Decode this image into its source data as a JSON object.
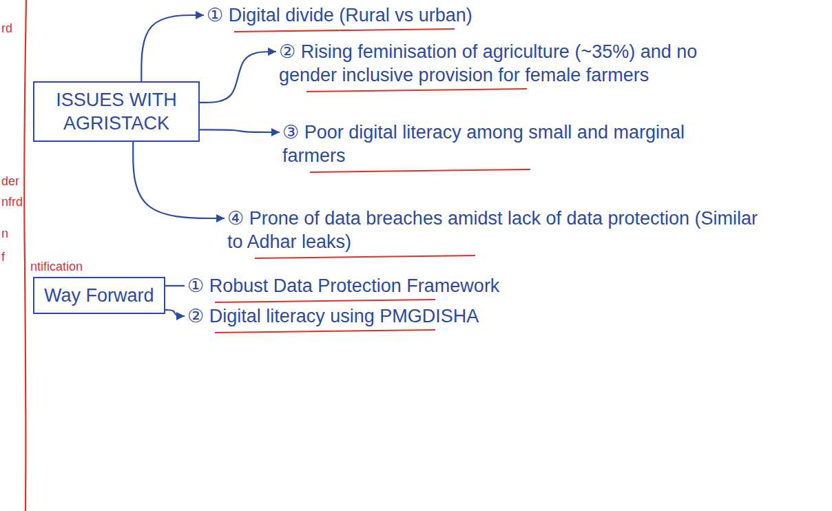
{
  "diagram": {
    "nodes": [
      {
        "text": [
          "ISSUES WITH AGRISTACK"
        ]
      },
      {
        "text": [
          "① Digital divide (Rural vs urban)"
        ]
      },
      {
        "text": [
          "② Rising feminisation of agriculture (~35%) and no gender inclusive provision for female farmers"
        ]
      },
      {
        "text": [
          "③ Poor digital literacy among small and marginal farmers"
        ]
      },
      {
        "text": [
          "④ Prone of data breaches amidst lack of data protection (Similar to Adhar leaks)"
        ]
      },
      {
        "text": [
          "Way Forward"
        ]
      },
      {
        "text": [
          "① Robust Data Protection Framework"
        ]
      },
      {
        "text": [
          "② Digital literacy using PMGDISHA"
        ]
      }
    ],
    "edges": [
      {
        "from": 0,
        "to": 1,
        "arrow": "to"
      },
      {
        "from": 0,
        "to": 2,
        "arrow": "to"
      },
      {
        "from": 0,
        "to": 3,
        "arrow": "to"
      },
      {
        "from": 0,
        "to": 4,
        "arrow": "to"
      },
      {
        "from": 5,
        "to": 6,
        "arrow": "none"
      },
      {
        "from": 5,
        "to": 7,
        "arrow": "to"
      }
    ],
    "labels": [
      "rd",
      "der",
      "nfrd",
      "n",
      "f",
      "ntification"
    ]
  }
}
